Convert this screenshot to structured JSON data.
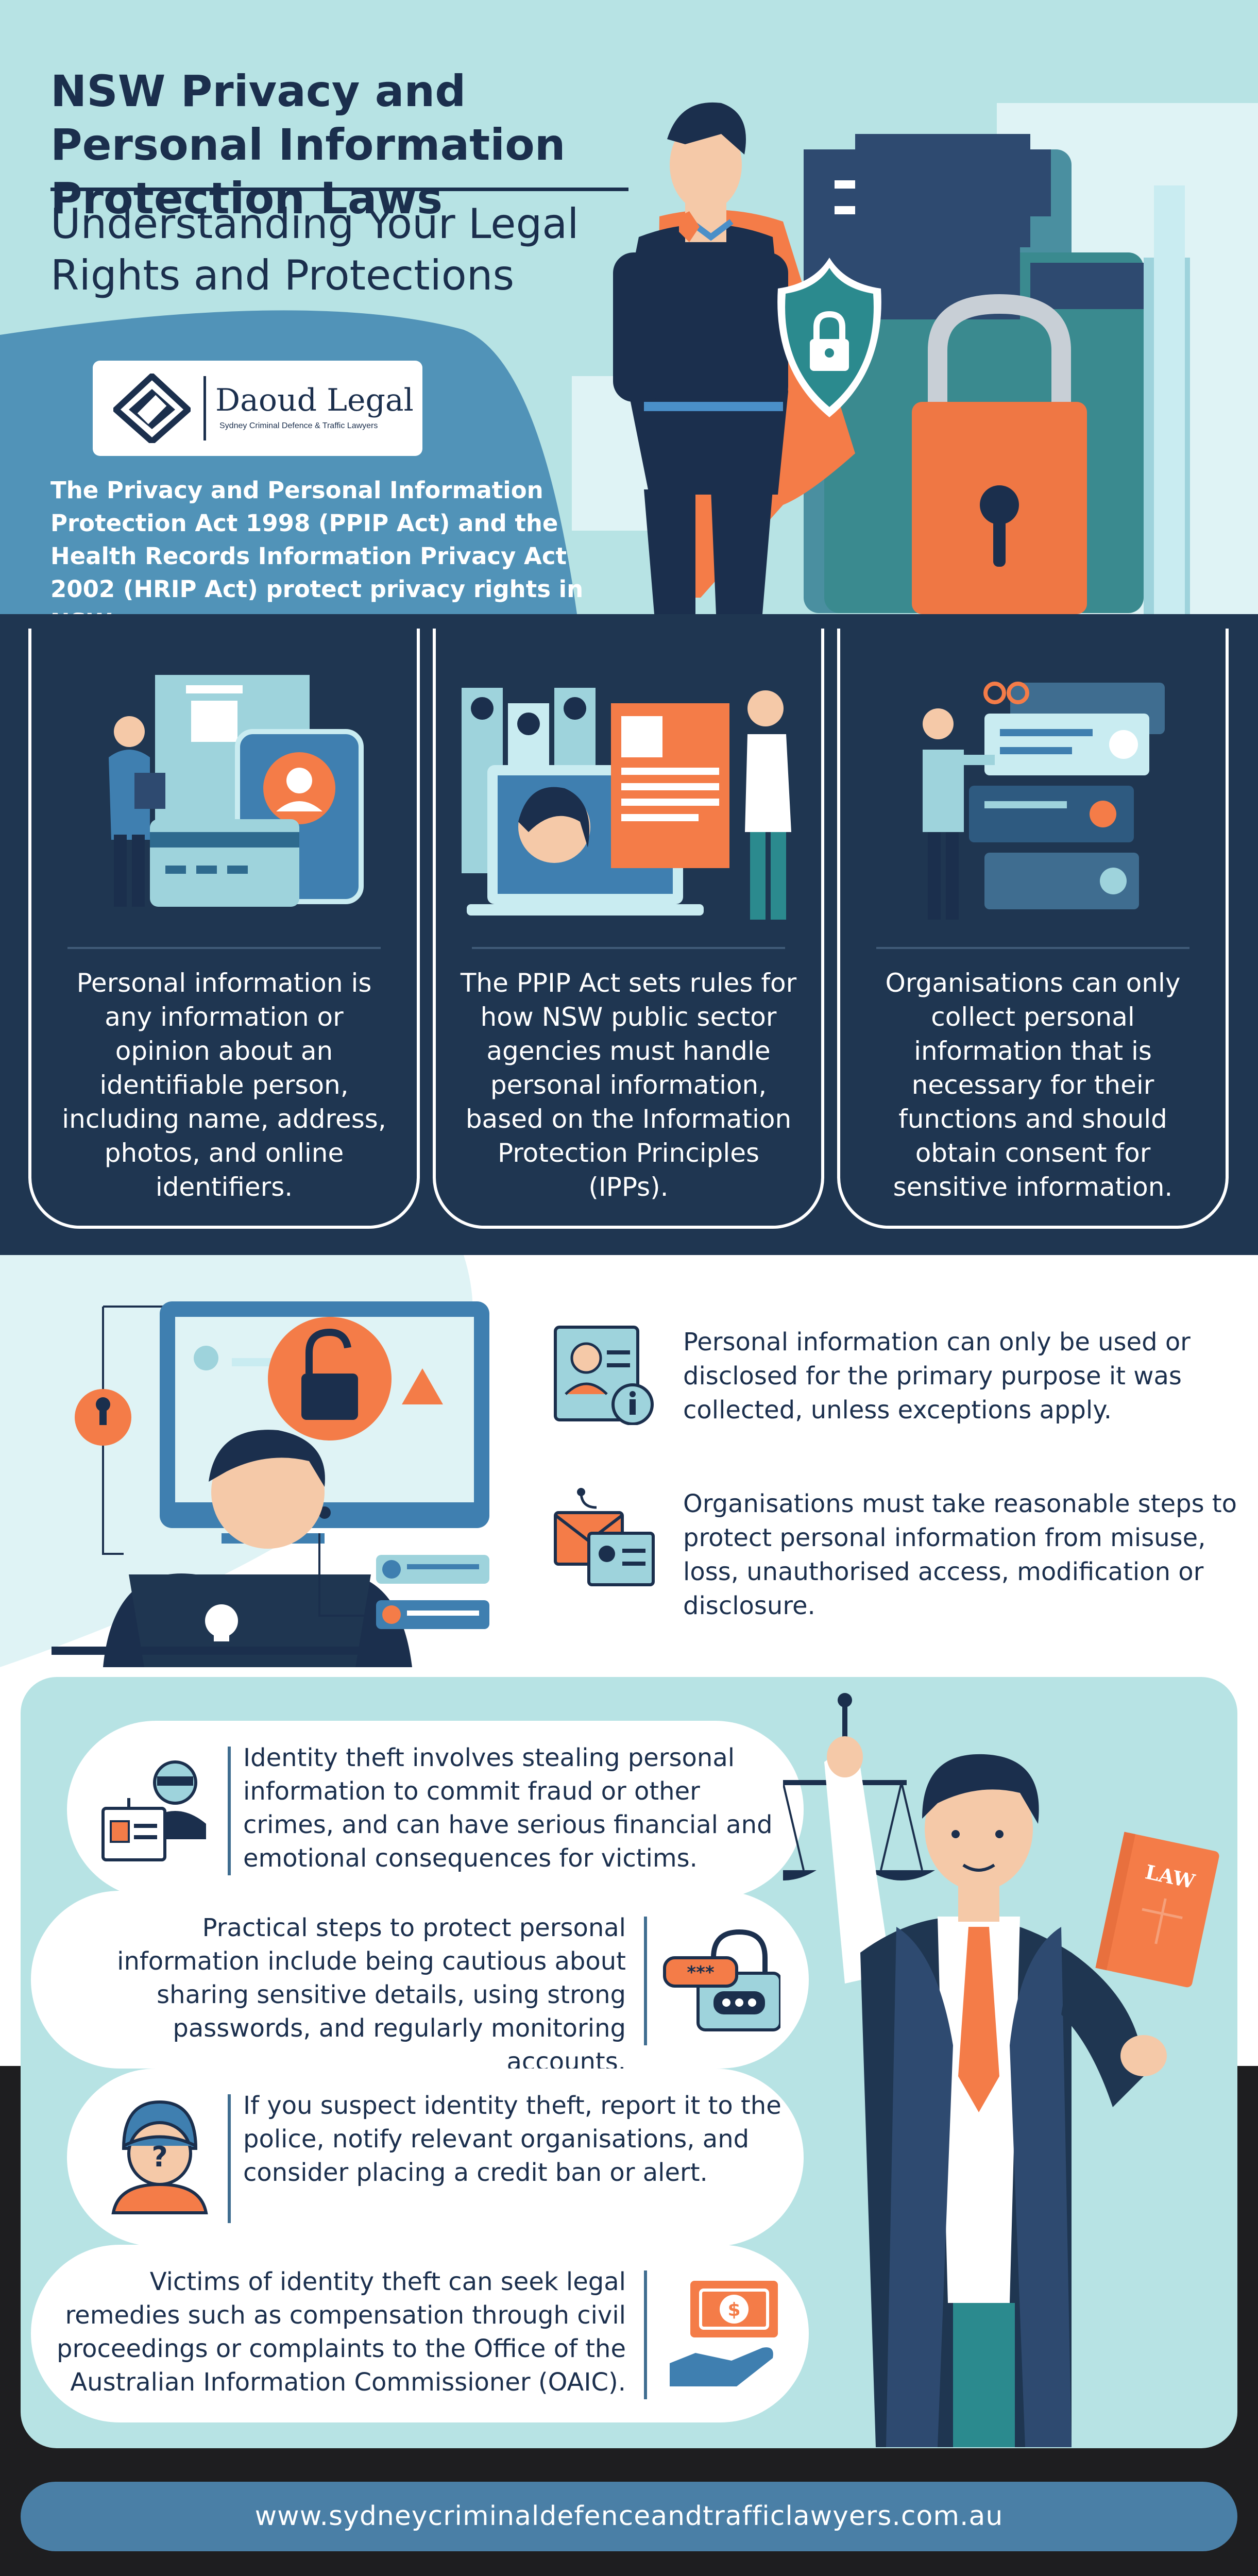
{
  "header": {
    "title": "NSW Privacy and Personal Information Protection Laws",
    "subtitle": "Understanding Your Legal Rights and Protections",
    "intro": "The Privacy and Personal Information Protection Act 1998 (PPIP Act) and the Health Records Information Privacy Act 2002 (HRIP Act) protect privacy rights in NSW."
  },
  "logo": {
    "name": "Daoud Legal",
    "tagline": "Sydney Criminal Defence & Traffic Lawyers"
  },
  "cards": [
    {
      "text": "Personal information is any information or opinion about an identifiable person, including name, address, photos, and online identifiers.",
      "icon": "id-card-icon"
    },
    {
      "text": "The PPIP Act sets rules for how NSW public sector agencies must handle personal information, based on the Information Protection Principles (IPPs).",
      "icon": "laptop-profile-icon"
    },
    {
      "text": "Organisations can only collect personal information that is necessary for their functions and should obtain consent for sensitive information.",
      "icon": "data-collection-icon"
    }
  ],
  "usage": [
    {
      "text": "Personal information can only be used or disclosed for the primary purpose it was collected, unless exceptions apply.",
      "icon": "profile-document-icon"
    },
    {
      "text": "Organisations must take reasonable steps to protect personal information from misuse, loss, unauthorised access, modification or disclosure.",
      "icon": "email-id-card-icon"
    }
  ],
  "identity": [
    {
      "text": "Identity theft involves stealing personal information to commit fraud or other crimes, and can have serious financial and emotional consequences for victims.",
      "icon": "thief-id-icon"
    },
    {
      "text": "Practical steps to protect personal information include being cautious about sharing sensitive details, using strong passwords, and regularly monitoring accounts.",
      "icon": "password-lock-icon"
    },
    {
      "text": "If you suspect identity theft, report it to the police, notify relevant organisations, and consider placing a credit ban or alert.",
      "icon": "police-question-icon"
    },
    {
      "text": "Victims of identity theft can seek legal remedies such as compensation through civil proceedings or complaints to the Office of the Australian Information Commissioner (OAIC).",
      "icon": "compensation-money-icon"
    }
  ],
  "illustrations": {
    "law_book": "LAW"
  },
  "footer": {
    "url": "www.sydneycriminaldefenceandtrafficlawyers.com.au"
  },
  "colors": {
    "navy": "#1f3651",
    "teal_light": "#b7e3e4",
    "mid_blue": "#4a7fa6",
    "orange": "#f47c48",
    "teal": "#2b8a8e",
    "dark_band": "#1e1e20"
  }
}
